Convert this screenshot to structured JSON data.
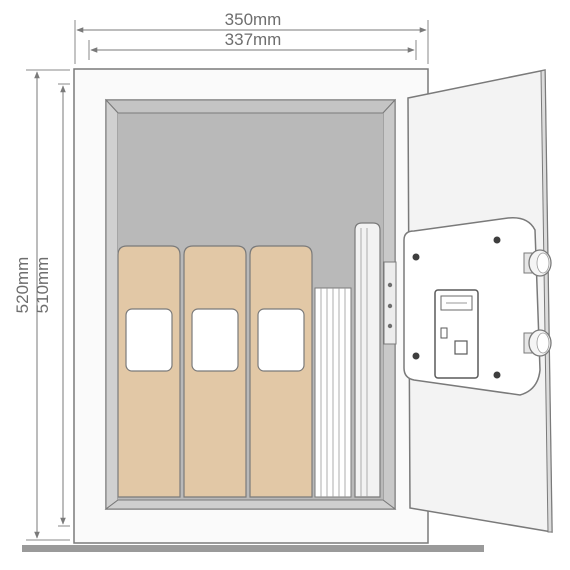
{
  "dimensions": {
    "outer_width": "350mm",
    "inner_width": "337mm",
    "outer_height": "520mm",
    "inner_height": "510mm"
  },
  "colors": {
    "line": "#7a7a7a",
    "safe_body": "#fafafa",
    "interior": "#b9b9b9",
    "binder": "#e2c8a6",
    "door": "#f3f3f3",
    "floor": "#9a9a9a"
  },
  "binders_count": 3,
  "door_icons": [
    "keypad-icon",
    "fingerprint-icon",
    "hinge-icon",
    "screw-icon"
  ]
}
